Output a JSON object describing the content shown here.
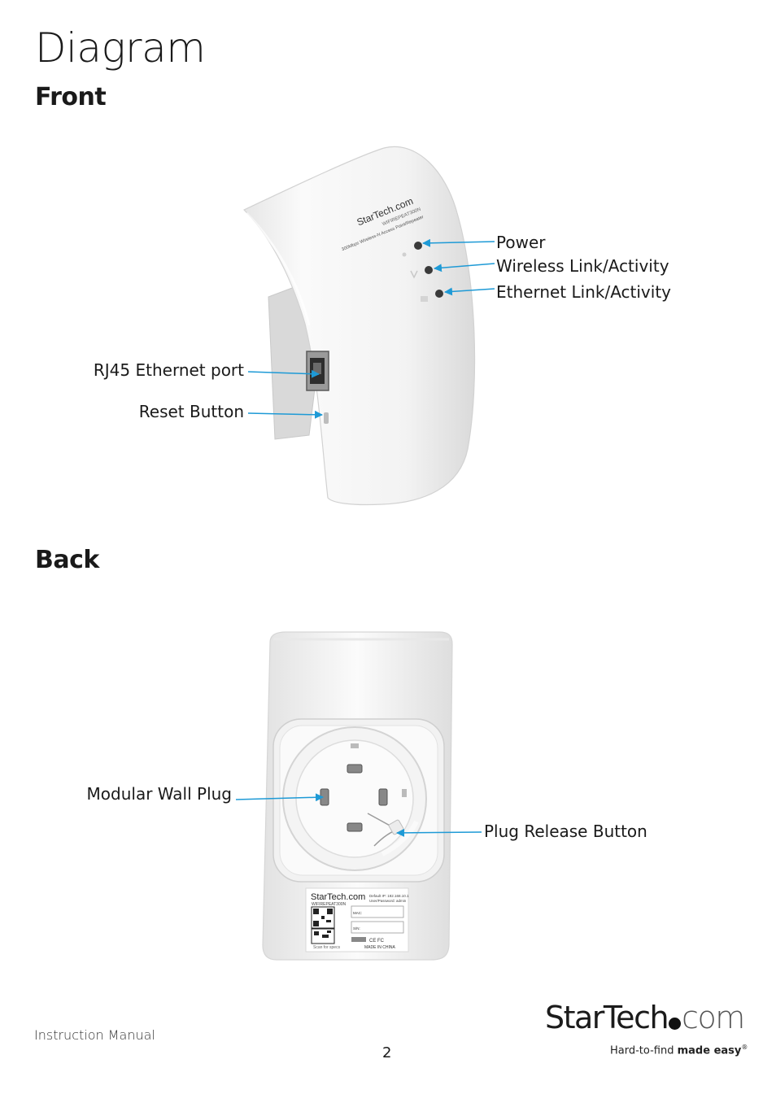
{
  "page": {
    "title": "Diagram",
    "front_heading": "Front",
    "back_heading": "Back"
  },
  "front_labels": {
    "power": "Power",
    "wireless": "Wireless Link/Activity",
    "ethernet": "Ethernet Link/Activity",
    "rj45": "RJ45 Ethernet port",
    "reset": "Reset Button"
  },
  "back_labels": {
    "wall_plug": "Modular Wall Plug",
    "release": "Plug Release Button"
  },
  "device_front": {
    "brand": "StarTech.com",
    "model": "WIFIREPEAT300N",
    "desc": "300Mbps Wireless-N Access Point/Repeater"
  },
  "device_back": {
    "brand": "StarTech.com",
    "model": "WIFIREPEAT300N",
    "default_ip": "Default IP: 192.168.10.1",
    "user_pass": "User/Password: admin",
    "mac": "MAC:",
    "sn": "S/N:",
    "scan": "Scan for specs",
    "made_in": "MADE IN CHINA",
    "marks": "CE FC"
  },
  "footer": {
    "manual": "Instruction Manual",
    "page_number": "2",
    "logo_star": "StarTech",
    "logo_com": "com",
    "tagline_light": "Hard-to-find",
    "tagline_bold": "made easy",
    "registered": "®"
  },
  "colors": {
    "arrow": "#1e9ad6",
    "device": "#f6f6f6",
    "device_shade": "#dcdcdc"
  }
}
